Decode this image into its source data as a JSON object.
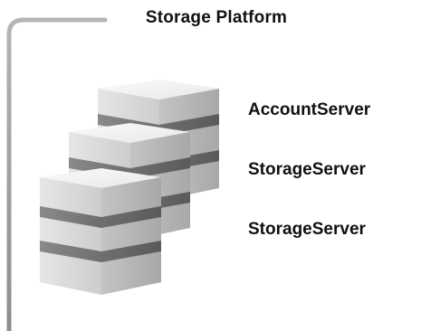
{
  "panel": {
    "title": "Storage Platform"
  },
  "servers": [
    {
      "label": "AccountServer"
    },
    {
      "label": "StorageServer"
    },
    {
      "label": "StorageServer"
    }
  ],
  "colors": {
    "frame_line": "#9a9a9a",
    "text": "#111111",
    "cube_top": "#f4f4f4",
    "cube_front": "#d9d9d9",
    "cube_side": "#bcbcbc",
    "cube_band": "#808080"
  }
}
